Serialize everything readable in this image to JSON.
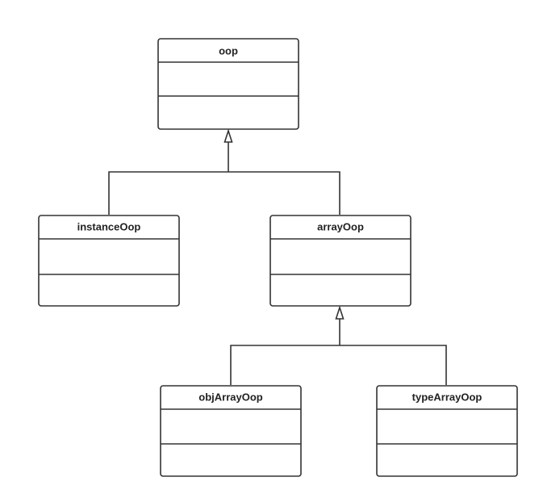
{
  "diagram": {
    "colors": {
      "stroke": "#333333",
      "fill": "#ffffff",
      "text": "#222222"
    },
    "classes": {
      "oop": {
        "name": "oop"
      },
      "instance": {
        "name": "instanceOop"
      },
      "array": {
        "name": "arrayOop"
      },
      "objarray": {
        "name": "objArrayOop"
      },
      "typearray": {
        "name": "typeArrayOop"
      }
    },
    "relations": [
      {
        "type": "inheritance",
        "parent": "oop",
        "children": [
          "instance",
          "array"
        ]
      },
      {
        "type": "inheritance",
        "parent": "array",
        "children": [
          "objarray",
          "typearray"
        ]
      }
    ]
  }
}
